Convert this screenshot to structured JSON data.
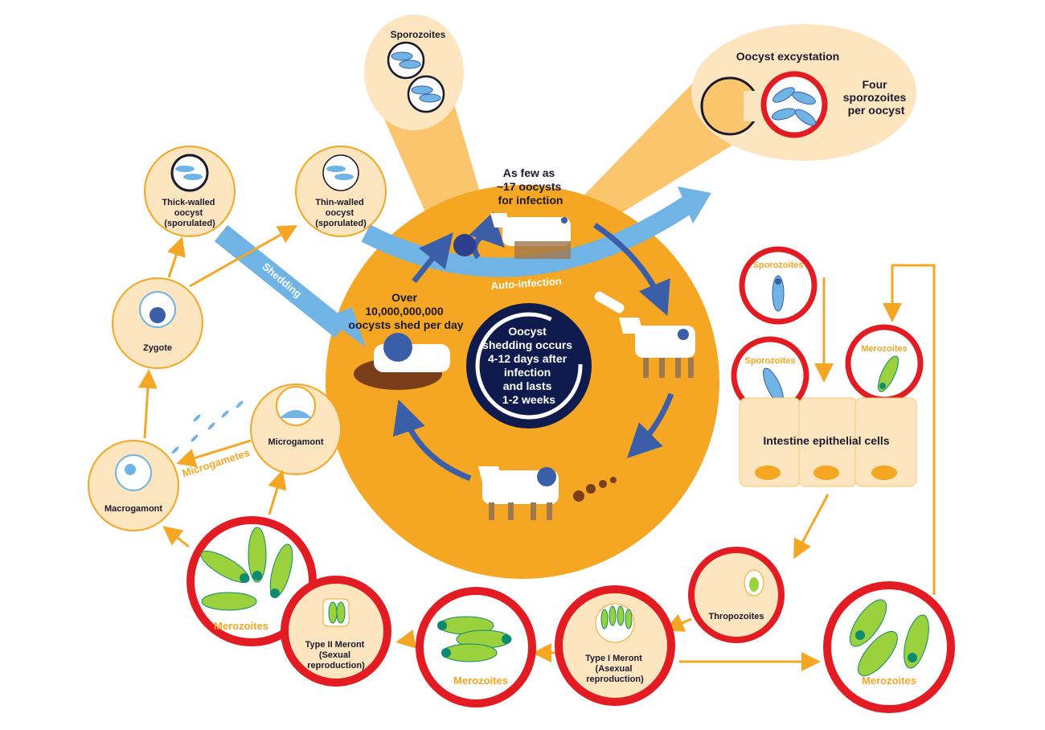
{
  "colors": {
    "orange": "#f5a623",
    "pale": "#fde6bf",
    "red": "#e31b23",
    "navy": "#0f1b4c",
    "light_blue": "#6fb4e4",
    "blue": "#3a5ea8",
    "green": "#9bd13c",
    "teal": "#0e8a6e"
  },
  "top": {
    "sporozoites_label": "Sporozoites",
    "excystation_title": "Oocyst excystation",
    "four_sporo": [
      "Four",
      "sporozoites",
      "per oocyst"
    ]
  },
  "center": {
    "few_oocysts": [
      "As few as",
      "~17 oocysts",
      "for infection"
    ],
    "over_shed": [
      "Over",
      "10,000,000,000",
      "oocysts shed per day"
    ],
    "core_text": [
      "Oocyst",
      "shedding occurs",
      "4-12 days after",
      "infection",
      "and lasts",
      "1-2 weeks"
    ],
    "auto_infection": "Auto-infection",
    "shedding": "Shedding"
  },
  "left": {
    "thick_walled": [
      "Thick-walled",
      "oocyst",
      "(sporulated)"
    ],
    "thin_walled": [
      "Thin-walled",
      "oocyst",
      "(sporulated)"
    ],
    "zygote": "Zygote",
    "microgamont": "Microgamont",
    "macrogamont": "Macrogamont",
    "microgametes": "Microgametes"
  },
  "right": {
    "sporozoites_1": "Sporozoites",
    "sporozoites_2": "Sporozoites",
    "merozoites_top": "Merozoites",
    "intestine": "Intestine epithelial cells",
    "thropozoites": "Thropozoites",
    "merozoites_right": "Merozoites"
  },
  "bottom": {
    "type1": [
      "Type I Meront",
      "(Asexual",
      "reproduction)"
    ],
    "type2": [
      "Type II Meront",
      "(Sexual",
      "reproduction)"
    ],
    "merozoites_mid": "Merozoites",
    "merozoites_left": "Merozoites"
  }
}
